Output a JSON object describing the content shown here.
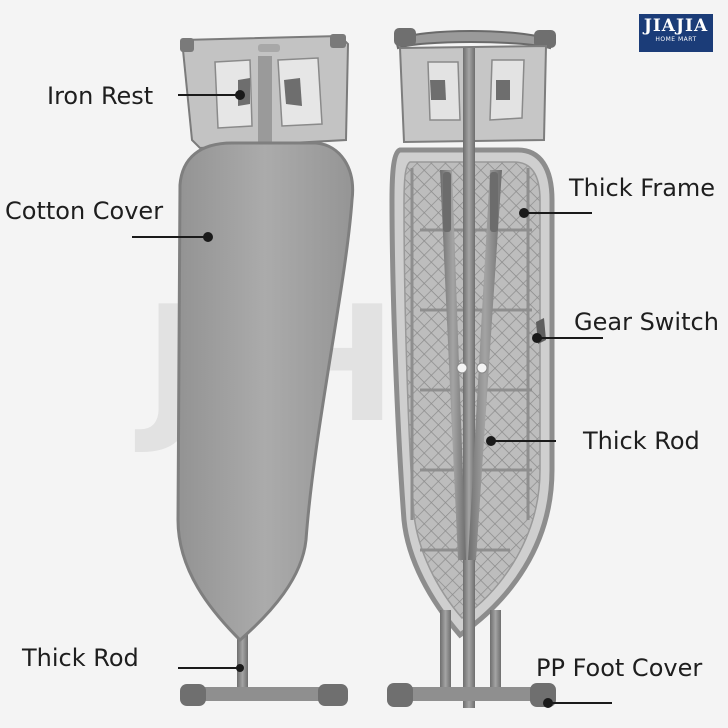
{
  "brand": {
    "name": "JIAJIA",
    "tagline": "HOME MART",
    "watermark": "JJHM"
  },
  "labels": {
    "iron_rest": "Iron Rest",
    "cotton_cover": "Cotton Cover",
    "thick_rod_left": "Thick Rod",
    "thick_frame": "Thick Frame",
    "gear_switch": "Gear Switch",
    "thick_rod_right": "Thick Rod",
    "pp_foot_cover": "PP Foot Cover"
  },
  "colors": {
    "logo_bg": "#1b3c78",
    "board_cover": "#a3a3a3",
    "frame": "#8a8a8a",
    "text": "#1e1e1e"
  }
}
